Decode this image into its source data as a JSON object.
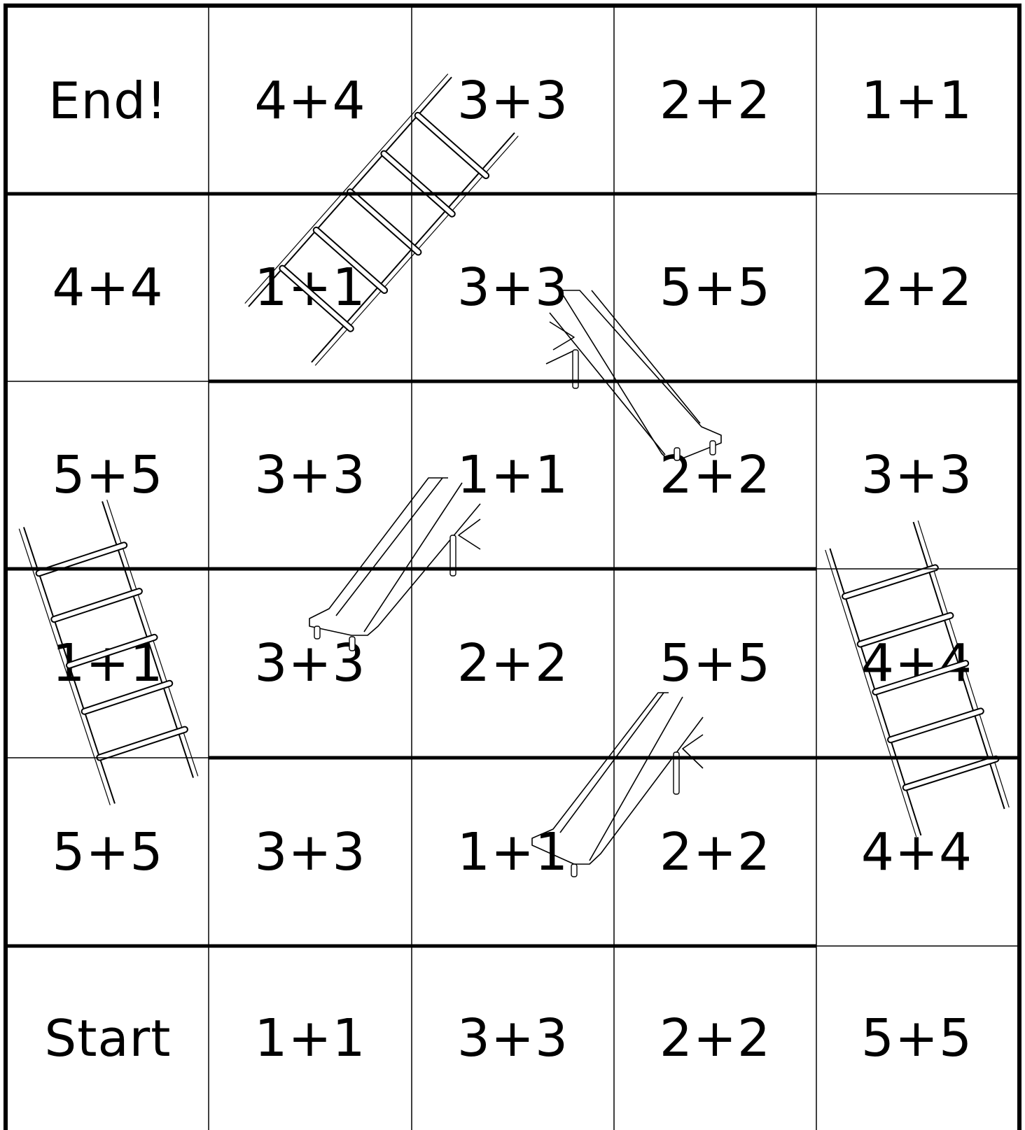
{
  "board": {
    "rows": [
      [
        "End!",
        "4+4",
        "3+3",
        "2+2",
        "1+1"
      ],
      [
        "4+4",
        "1+1",
        "3+3",
        "5+5",
        "2+2"
      ],
      [
        "5+5",
        "3+3",
        "1+1",
        "2+2",
        "3+3"
      ],
      [
        "1+1",
        "3+3",
        "2+2",
        "5+5",
        "4+4"
      ],
      [
        "5+5",
        "3+3",
        "1+1",
        "2+2",
        "4+4"
      ],
      [
        "Start",
        "1+1",
        "3+3",
        "2+2",
        "5+5"
      ]
    ],
    "ladder_count": 3,
    "slide_count": 3,
    "line_color": "#000000",
    "background": "#ffffff"
  }
}
